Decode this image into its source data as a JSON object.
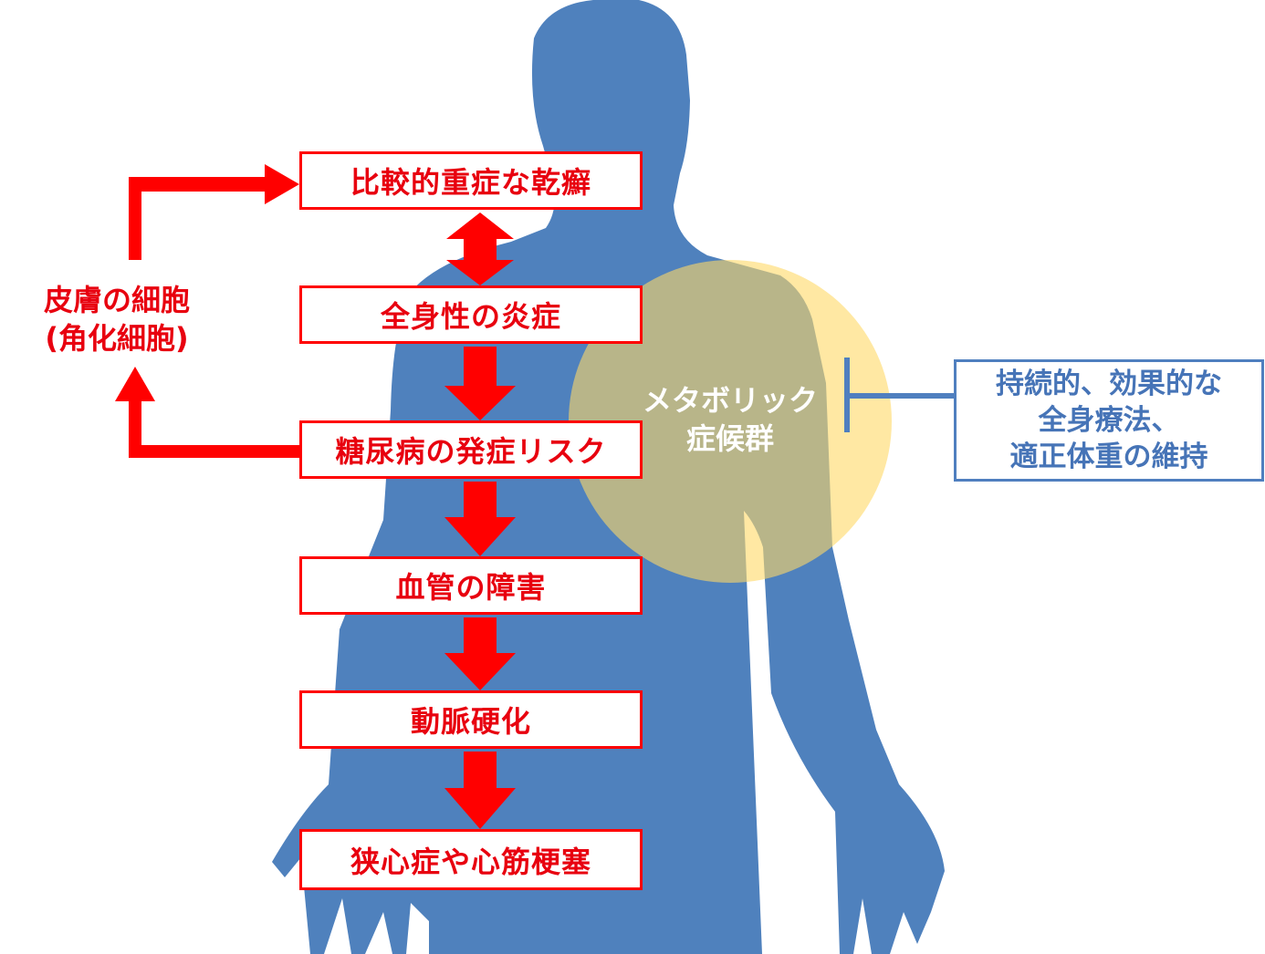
{
  "chain": [
    {
      "label": "比較的重症な乾癬"
    },
    {
      "label": "全身性の炎症"
    },
    {
      "label": "糖尿病の発症リスク"
    },
    {
      "label": "血管の障害"
    },
    {
      "label": "動脈硬化"
    },
    {
      "label": "狭心症や心筋梗塞"
    }
  ],
  "skin_cells": {
    "line1": "皮膚の細胞",
    "line2": "(角化細胞)"
  },
  "metabolic": {
    "line1": "メタボリック",
    "line2": "症候群"
  },
  "treatment": {
    "line1": "持続的、効果的な",
    "line2": "全身療法、",
    "line3": "適正体重の維持"
  },
  "colors": {
    "chain": "#ff0000",
    "body": "#4f81bd",
    "metabolic_circle": "#ffd966",
    "treatment": "#4f7fbf"
  }
}
